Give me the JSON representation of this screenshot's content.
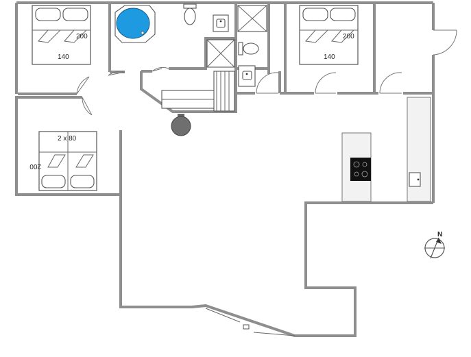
{
  "rooms": {
    "bedroom_top_left": {
      "bed_width": "140",
      "bed_length": "200"
    },
    "bedroom_top_right": {
      "bed_width": "140",
      "bed_length": "200"
    },
    "bedroom_left": {
      "bed_size": "2 x 80",
      "bed_length": "200"
    }
  },
  "compass": {
    "label": "N"
  },
  "colors": {
    "hot_tub": "#1e9be0",
    "walls": "#8e8e8e",
    "counter": "#f2f2f2",
    "hob": "#111111"
  },
  "icons": [
    "double-bed-icon",
    "twin-bed-icon",
    "hot-tub-icon",
    "toilet-icon",
    "sink-icon",
    "shower-icon",
    "stove-icon",
    "wood-stove-icon",
    "compass-icon"
  ]
}
